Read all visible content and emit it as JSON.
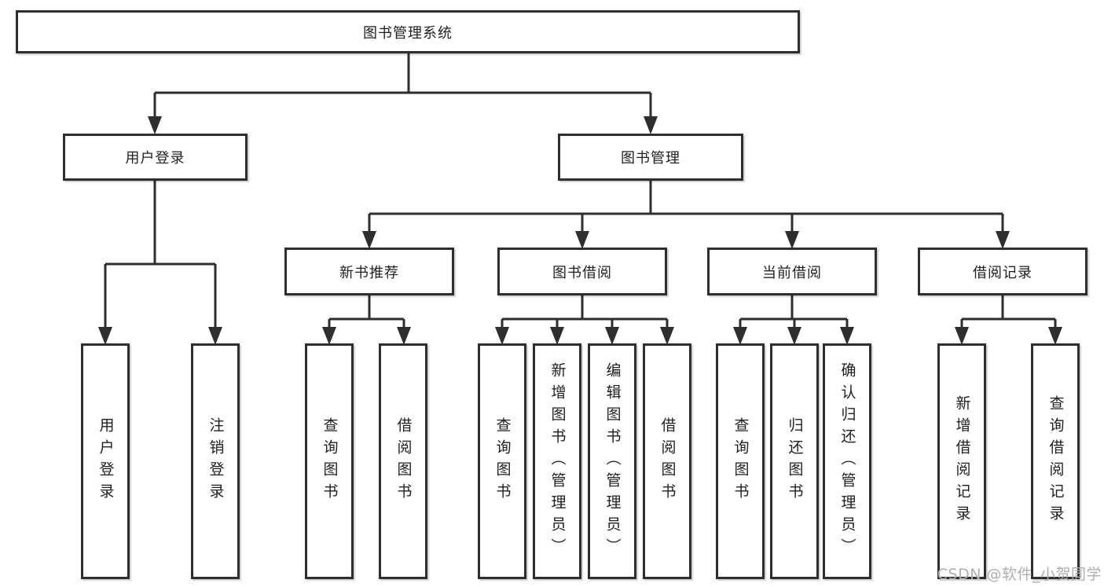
{
  "diagram": {
    "type": "tree",
    "root": {
      "label": "图书管理系统"
    },
    "branches": [
      {
        "label": "用户登录",
        "children": [
          {
            "label": "用户登录"
          },
          {
            "label": "注销登录"
          }
        ]
      },
      {
        "label": "图书管理",
        "children": [
          {
            "label": "新书推荐",
            "children": [
              {
                "label": "查询图书"
              },
              {
                "label": "借阅图书"
              }
            ]
          },
          {
            "label": "图书借阅",
            "children": [
              {
                "label": "查询图书"
              },
              {
                "label": "新增图书（管理员）"
              },
              {
                "label": "编辑图书（管理员）"
              },
              {
                "label": "借阅图书"
              }
            ]
          },
          {
            "label": "当前借阅",
            "children": [
              {
                "label": "查询图书"
              },
              {
                "label": "归还图书"
              },
              {
                "label": "确认归还（管理员）"
              }
            ]
          },
          {
            "label": "借阅记录",
            "children": [
              {
                "label": "新增借阅记录"
              },
              {
                "label": "查询借阅记录"
              }
            ]
          }
        ]
      }
    ]
  },
  "watermark": {
    "text": "CSDN @软件_小贺同学",
    "color": "#aeaeae"
  },
  "colors": {
    "background": "#ffffff",
    "line": "#2e2e2e",
    "box_border": "#2e2e2e",
    "box_fill": "#ffffff",
    "text": "#1f1f1f"
  }
}
